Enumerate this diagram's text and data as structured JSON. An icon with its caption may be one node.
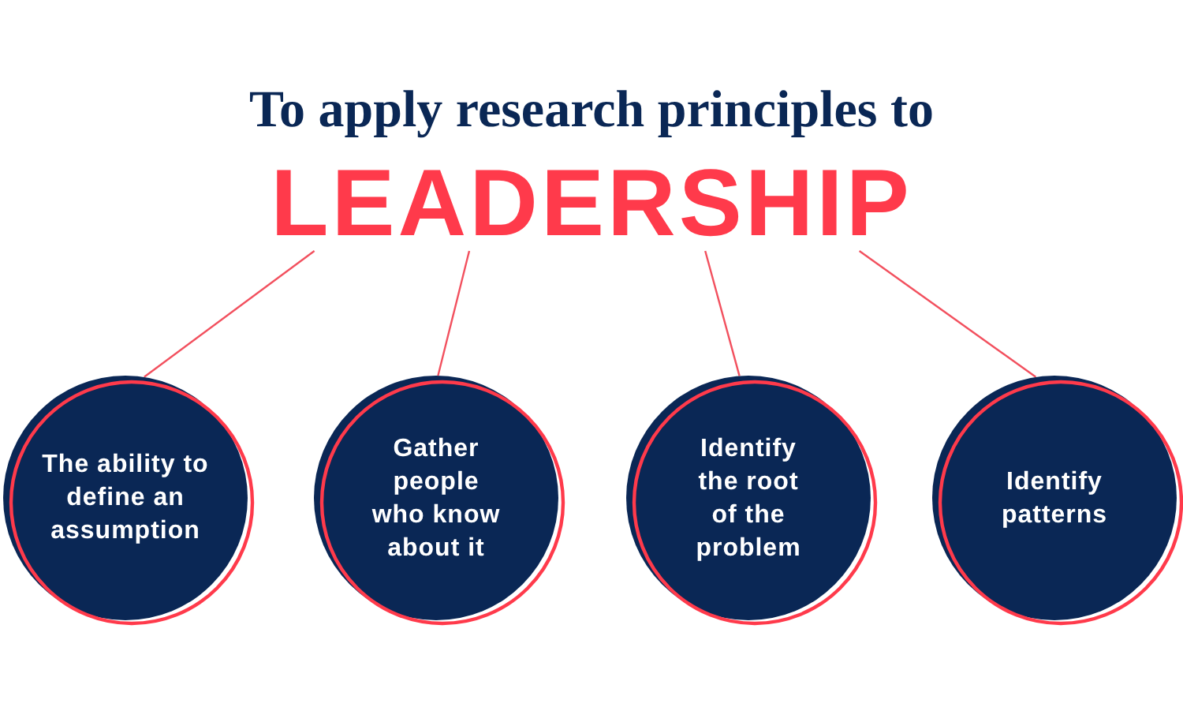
{
  "diagram": {
    "title": "To apply research principles to",
    "nodes": [
      {
        "text": [
          "LEADERSHIP"
        ]
      },
      {
        "text": [
          "The ability to define an assumption"
        ]
      },
      {
        "text": [
          "Gather people who know about it"
        ]
      },
      {
        "text": [
          "Identify the root of the problem"
        ]
      },
      {
        "text": [
          "Identify patterns"
        ]
      }
    ],
    "edges": [
      {
        "from": 0,
        "to": 1,
        "arrow": "none"
      },
      {
        "from": 0,
        "to": 2,
        "arrow": "none"
      },
      {
        "from": 0,
        "to": 3,
        "arrow": "none"
      },
      {
        "from": 0,
        "to": 4,
        "arrow": "none"
      }
    ]
  }
}
